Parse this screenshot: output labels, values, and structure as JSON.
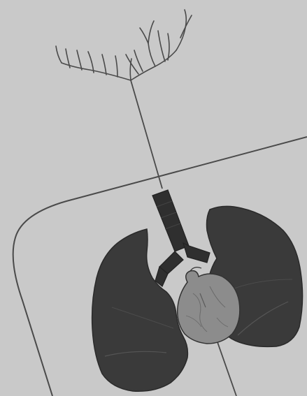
{
  "colors": {
    "background": "#c9c9c9",
    "line": "#4a4a4a",
    "lung": "#3a3a3a",
    "lung_highlight": "#545454",
    "trachea": "#2f2f2f",
    "heart": "#8c8c8c",
    "heart_texture": "#6a6a6a"
  },
  "parts": [
    {
      "id": "nerve-branches",
      "icon": "branching-nerve-icon"
    },
    {
      "id": "nerve-fiber",
      "icon": "line-icon"
    },
    {
      "id": "body-outline",
      "icon": "rounded-frame-icon"
    },
    {
      "id": "trachea",
      "icon": "tube-icon"
    },
    {
      "id": "left-lung",
      "icon": "lung-icon"
    },
    {
      "id": "right-lung",
      "icon": "lung-icon"
    },
    {
      "id": "heart",
      "icon": "heart-icon"
    }
  ]
}
